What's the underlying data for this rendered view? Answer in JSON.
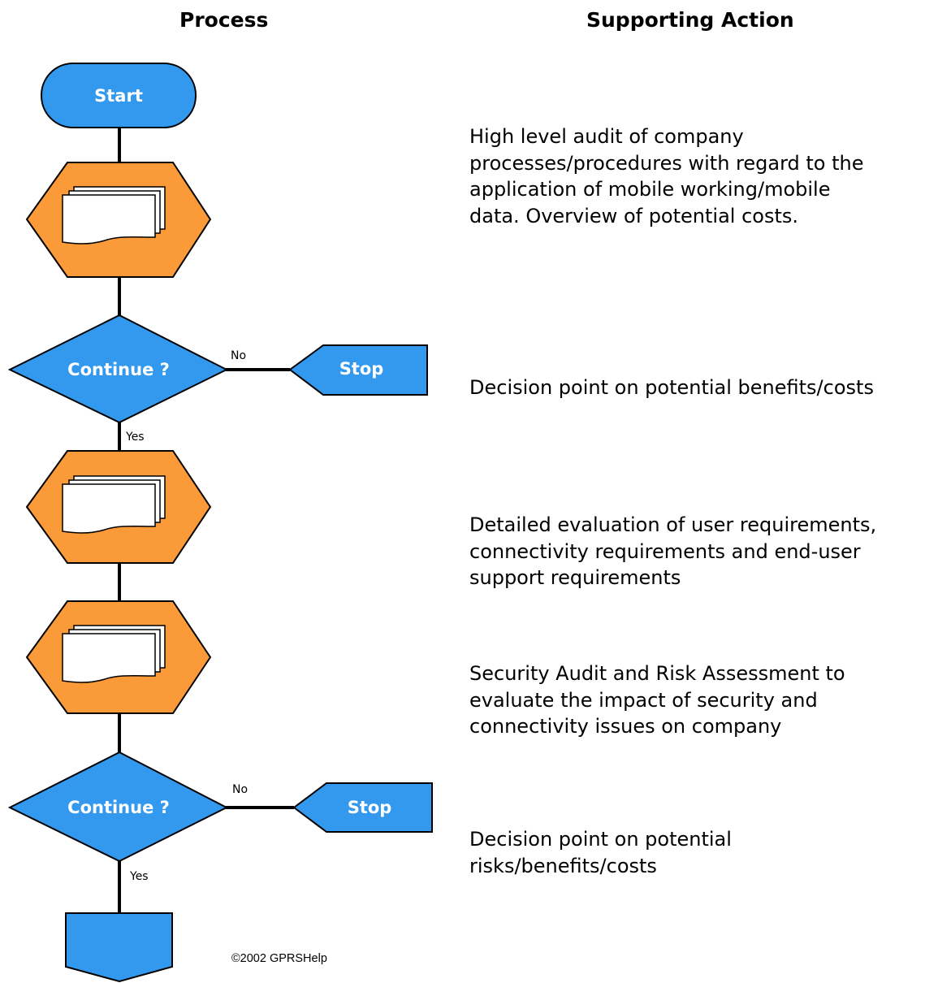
{
  "headers": {
    "process": "Process",
    "supporting_action": "Supporting Action"
  },
  "nodes": {
    "start": "Start",
    "decision_1": "Continue ?",
    "stop_1": "Stop",
    "decision_2": "Continue ?",
    "stop_2": "Stop"
  },
  "edges": {
    "no_1": "No",
    "yes_1": "Yes",
    "no_2": "No",
    "yes_2": "Yes"
  },
  "descriptions": [
    "High level audit of company\nprocesses/procedures with regard to the\napplication of mobile working/mobile\ndata. Overview of potential costs.",
    "Decision point on potential benefits/costs",
    "Detailed evaluation of user requirements,\nconnectivity requirements and end-user\nsupport requirements",
    "Security Audit and Risk Assessment to\nevaluate the impact of security and\nconnectivity issues on company",
    "Decision point on potential\nrisks/benefits/costs"
  ],
  "copyright": "©2002 GPRSHelp",
  "colors": {
    "blue": "#3399ee",
    "orange": "#fa9a38",
    "outline": "#000000"
  }
}
